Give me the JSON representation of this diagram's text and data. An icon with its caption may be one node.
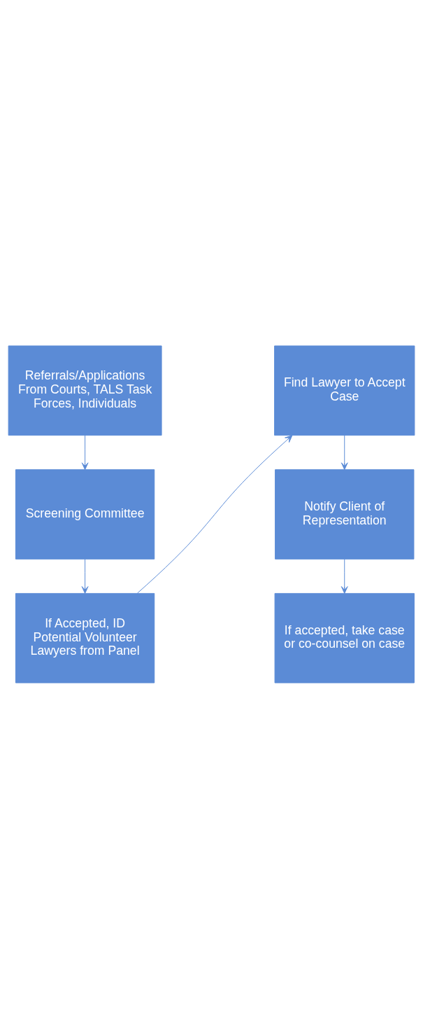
{
  "diagram": {
    "nodes": [
      {
        "text": [
          "Referrals/Applications From Courts, TALS Task Forces, Individuals"
        ]
      },
      {
        "text": [
          "Screening Committee"
        ]
      },
      {
        "text": [
          "If Accepted, ID Potential Volunteer Lawyers from Panel"
        ]
      },
      {
        "text": [
          "Find Lawyer to Accept Case"
        ]
      },
      {
        "text": [
          "Notify Client of Representation"
        ]
      },
      {
        "text": [
          "If accepted, take case or co-counsel on case"
        ]
      }
    ],
    "edges": [
      {
        "from": 0,
        "to": 1,
        "arrow": "to"
      },
      {
        "from": 1,
        "to": 2,
        "arrow": "to"
      },
      {
        "from": 2,
        "to": 3,
        "arrow": "to"
      },
      {
        "from": 3,
        "to": 4,
        "arrow": "to"
      },
      {
        "from": 4,
        "to": 5,
        "arrow": "to"
      }
    ]
  }
}
